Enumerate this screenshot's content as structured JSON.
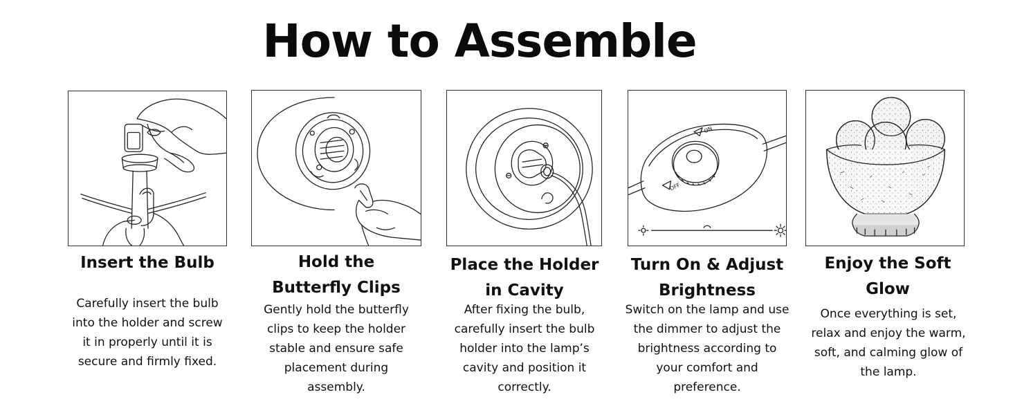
{
  "title": "How to Assemble",
  "steps": [
    {
      "heading": "Insert the Bulb",
      "text": "Carefully insert the bulb into the holder and screw it in properly until it is secure and firmly fixed.",
      "illustration": "hand-inserting-bulb-into-holder"
    },
    {
      "heading": "Hold the Butterfly Clips",
      "text": "Gently hold the butterfly clips to keep the holder stable and ensure safe placement during assembly.",
      "illustration": "fingers-holding-butterfly-clip"
    },
    {
      "heading": "Place the Holder in Cavity",
      "text": "After fixing the bulb, carefully insert the bulb holder into the lamp’s cavity and position it correctly.",
      "illustration": "bulb-holder-in-lamp-cavity"
    },
    {
      "heading": "Turn On & Adjust Brightness",
      "text": "Switch on the lamp and use the dimmer to adjust the brightness according to your comfort and preference.",
      "illustration": "dimmer-switch"
    },
    {
      "heading": "Enjoy the Soft Glow",
      "text": "Once everything is set, relax and enjoy the warm, soft, and calming glow of the lamp.",
      "illustration": "salt-lamp-bowl-with-balls"
    }
  ],
  "dimmer": {
    "on_label": "ON",
    "off_label": "OFF"
  }
}
